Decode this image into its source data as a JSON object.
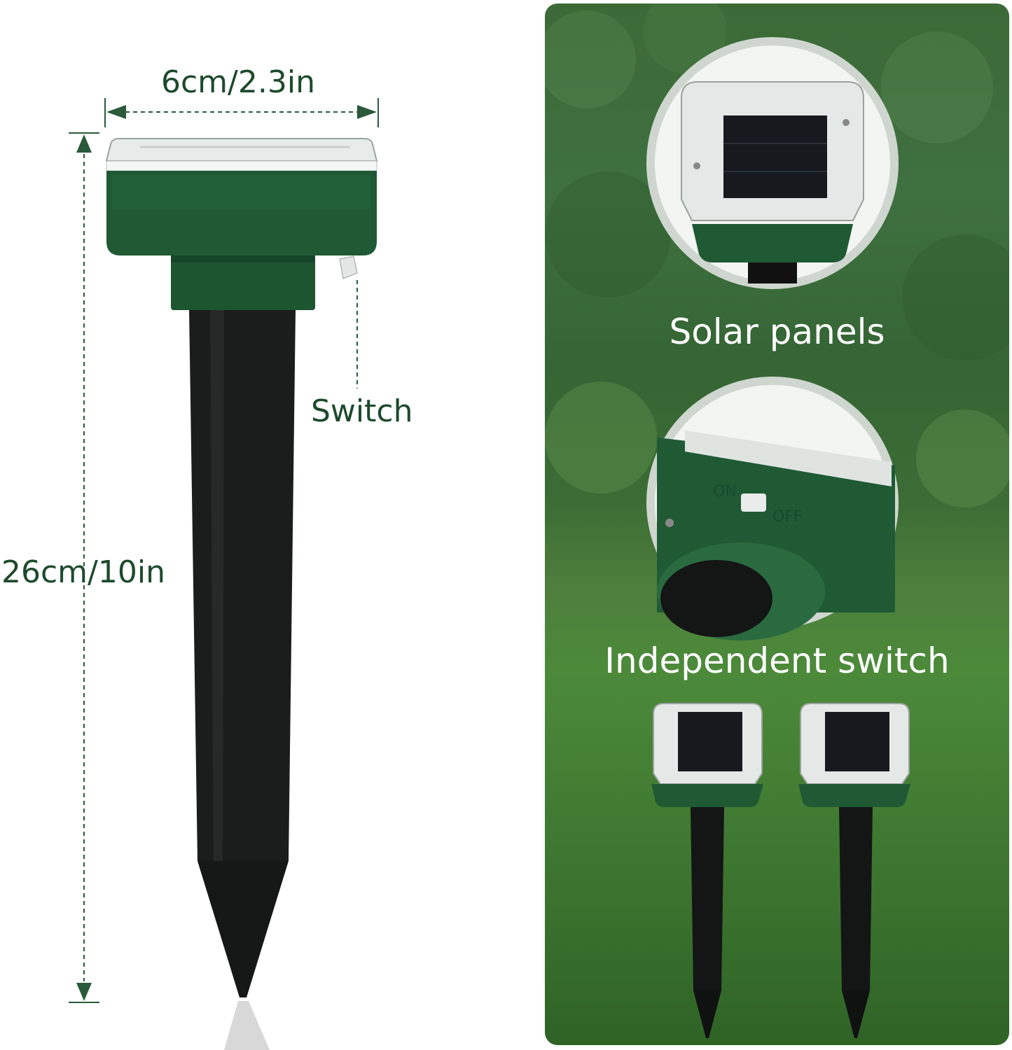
{
  "dimensions": {
    "width_label": "6cm/2.3in",
    "height_label": "26cm/10in",
    "switch_label": "Switch"
  },
  "features": {
    "solar_panels_caption": "Solar panels",
    "independent_switch_caption": "Independent switch",
    "switch_on_text": "ON",
    "switch_off_text": "OFF"
  },
  "colors": {
    "dimension_text": "#1d4a2c",
    "housing_green": "#1f5a34",
    "stake_black": "#1a1a1a",
    "panel_background": "#3c6d35"
  },
  "icons": [
    "width-arrow-icon",
    "height-arrow-icon",
    "switch-leader-line-icon"
  ]
}
